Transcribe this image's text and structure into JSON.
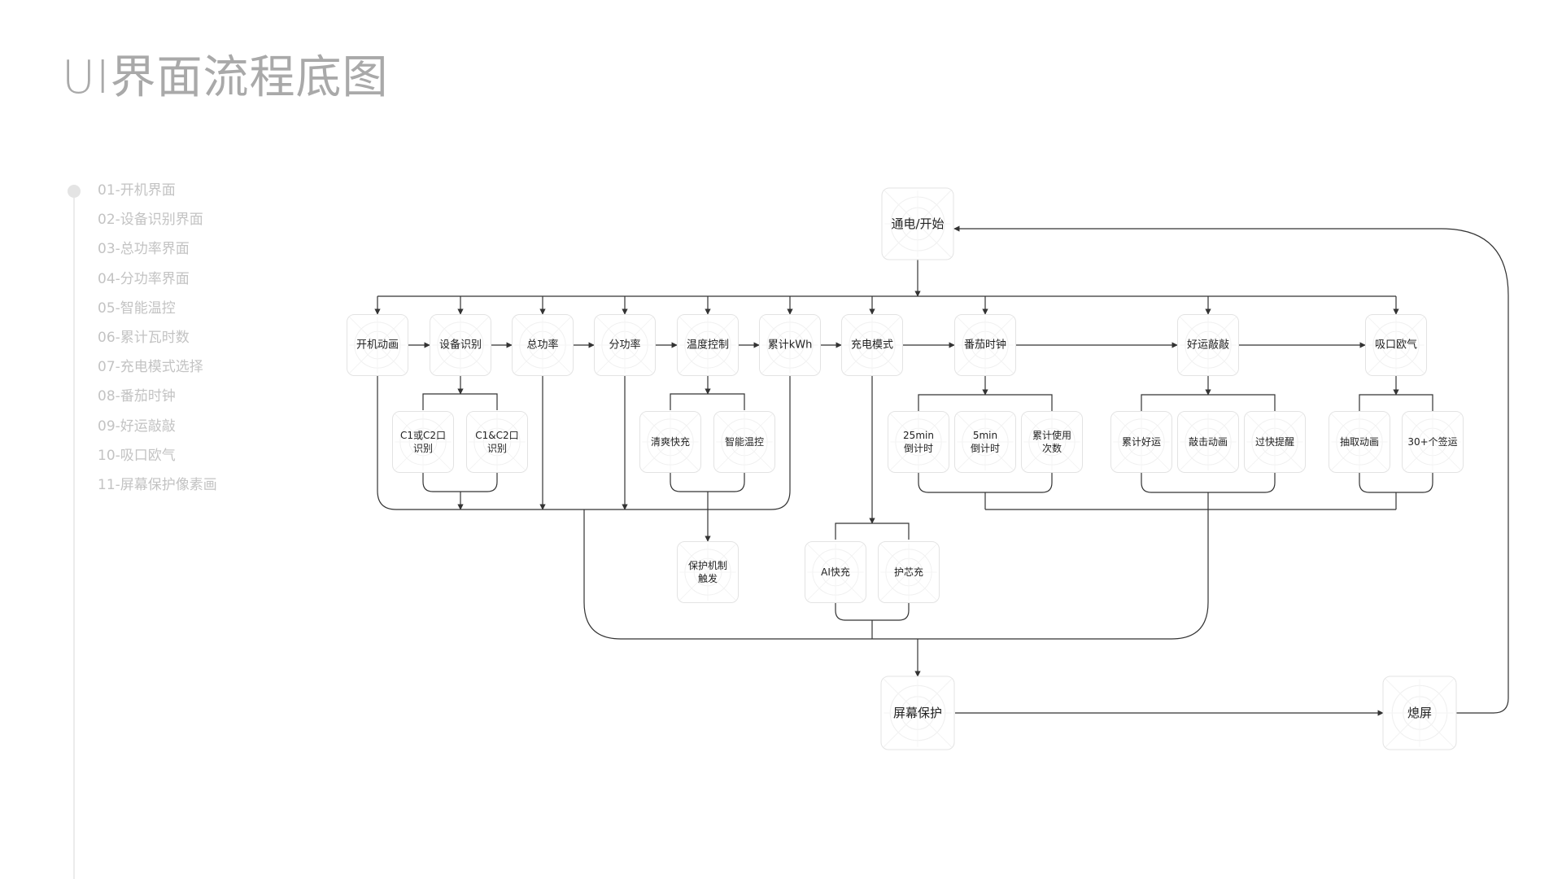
{
  "page": {
    "title": "UI界面流程底图"
  },
  "sidebar": {
    "items": [
      "01-开机界面",
      "02-设备识别界面",
      "03-总功率界面",
      "04-分功率界面",
      "05-智能温控",
      "06-累计瓦时数",
      "07-充电模式选择",
      "08-番茄时钟",
      "09-好运敲敲",
      "10-吸口欧气",
      "11-屏幕保护像素画"
    ]
  },
  "nodes": {
    "start": [
      "通电/开始"
    ],
    "boot_anim": [
      "开机动画"
    ],
    "device_id": [
      "设备识别"
    ],
    "total_power": [
      "总功率"
    ],
    "split_power": [
      "分功率"
    ],
    "temp_ctrl": [
      "温度控制"
    ],
    "kwh": [
      "累计kWh"
    ],
    "charge_mode": [
      "充电模式"
    ],
    "pomodoro": [
      "番茄时钟"
    ],
    "lucky_knock": [
      "好运敲敲"
    ],
    "breath": [
      "吸口欧气"
    ],
    "c1c2_or": [
      "C1或C2口",
      "识别"
    ],
    "c1c2_and": [
      "C1&C2口",
      "识别"
    ],
    "cool_fast": [
      "清爽快充"
    ],
    "smart_temp": [
      "智能温控"
    ],
    "min25": [
      "25min",
      "倒计时"
    ],
    "min5": [
      "5min",
      "倒计时"
    ],
    "use_count": [
      "累计使用",
      "次数"
    ],
    "lucky_total": [
      "累计好运"
    ],
    "knock_anim": [
      "敲击动画"
    ],
    "too_fast": [
      "过快提醒"
    ],
    "draw_anim": [
      "抽取动画"
    ],
    "lots30": [
      "30+个签运"
    ],
    "protect": [
      "保护机制",
      "触发"
    ],
    "ai_fast": [
      "AI快充"
    ],
    "core_care": [
      "护芯充"
    ],
    "screensaver": [
      "屏幕保护"
    ],
    "screen_off": [
      "熄屏"
    ]
  }
}
